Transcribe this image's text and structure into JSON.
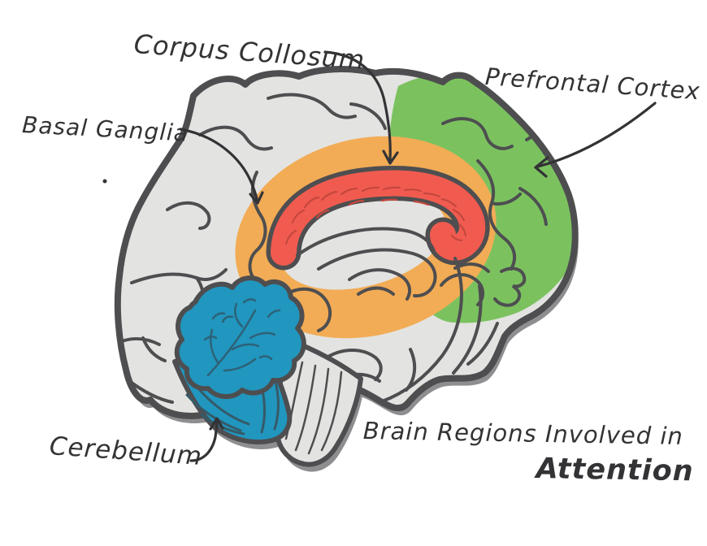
{
  "title": {
    "line1": "Brain Regions Involved in",
    "line2": "Attention"
  },
  "labels": {
    "corpus_callosum": "Corpus Collosum",
    "prefrontal_cortex": "Prefrontal Cortex",
    "basal_ganglia": "Basal Ganglia",
    "cerebellum": "Cerebellum"
  },
  "regions": [
    {
      "label": "Corpus Collosum",
      "color_key": "corpus_red"
    },
    {
      "label": "Prefrontal Cortex",
      "color_key": "prefrontal_green"
    },
    {
      "label": "Basal Ganglia",
      "color_key": "basal_orange"
    },
    {
      "label": "Cerebellum",
      "color_key": "cerebellum_teal"
    }
  ],
  "colors": {
    "background": "#FFFFFF",
    "brain_gray": "#E3E3E1",
    "outline": "#4E4E50",
    "shadow": "#8E8E90",
    "prefrontal_green": "#7BC25F",
    "basal_orange": "#F2AC55",
    "corpus_red": "#F15B4F",
    "corpus_hatch": "#C4473E",
    "cerebellum_teal": "#2196BF",
    "cerebellum_vein": "#2D6277",
    "ink": "#333336"
  }
}
